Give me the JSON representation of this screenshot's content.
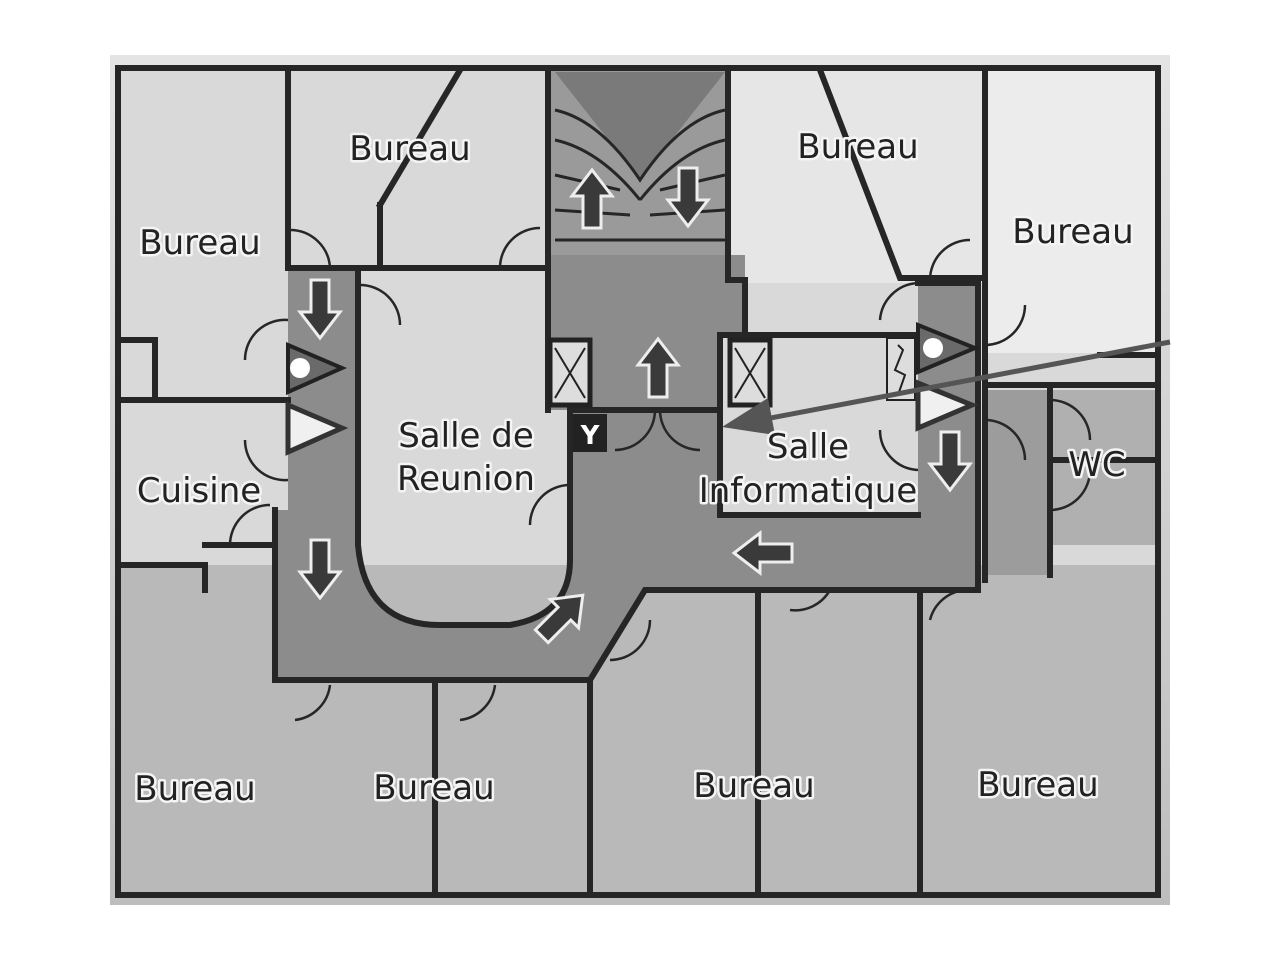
{
  "plan": {
    "rooms": {
      "bureau_top_left": "Bureau",
      "bureau_top_center": "Bureau",
      "bureau_top_right": "Bureau",
      "bureau_right": "Bureau",
      "cuisine": "Cuisine",
      "salle_reunion_line1": "Salle de",
      "salle_reunion_line2": "Reunion",
      "salle_info_line1": "Salle",
      "salle_info_line2": "Informatique",
      "wc": "WC",
      "bureau_bottom_1": "Bureau",
      "bureau_bottom_2": "Bureau",
      "bureau_bottom_3": "Bureau",
      "bureau_bottom_4": "Bureau"
    },
    "assembly_marker": "Y",
    "colors": {
      "corridor": "#8c8c8c",
      "room": "#d6d6d6",
      "stairs": "#9a9a9a",
      "wall": "#262626"
    }
  }
}
